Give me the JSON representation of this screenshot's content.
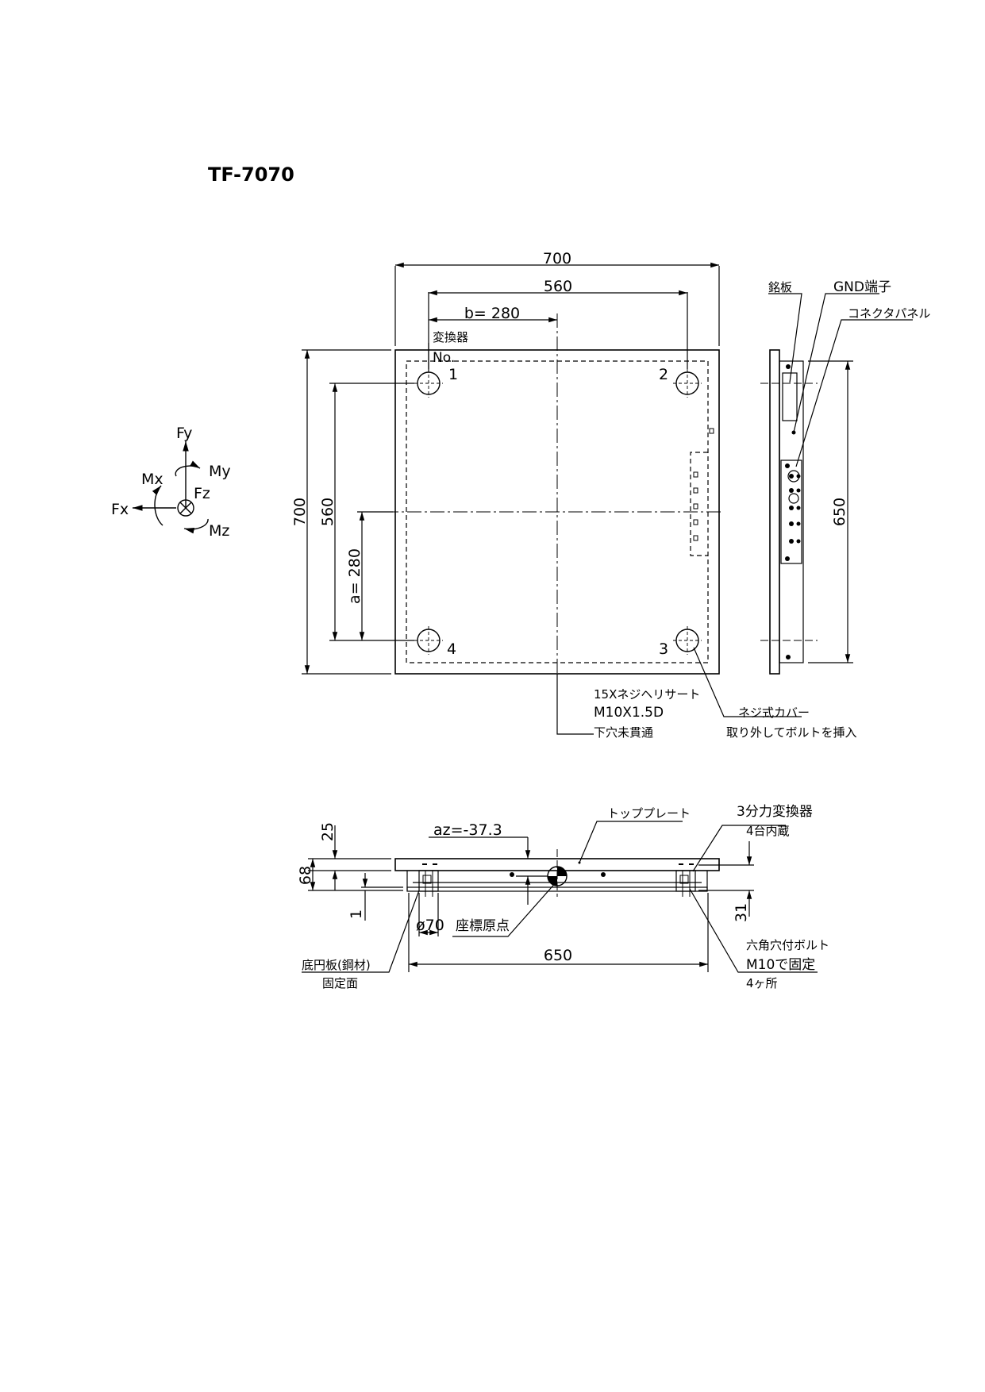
{
  "title": "TF-7070",
  "top_view": {
    "dim_width": "700",
    "dim_hole_pitch_x": "560",
    "dim_b": "b= 280",
    "dim_height": "700",
    "dim_hole_pitch_y": "560",
    "dim_a": "a= 280",
    "transducer_label_1": "変換器",
    "transducer_label_2": "No.",
    "hole_1": "1",
    "hole_2": "2",
    "hole_3": "3",
    "hole_4": "4",
    "note_insert_1": "15Xネジヘリサート",
    "note_insert_2": "M10X1.5D",
    "note_insert_3": "下穴未貫通",
    "note_cover_1": "ネジ式カバー",
    "note_cover_2": "取り外してボルトを挿入"
  },
  "side_view": {
    "label_nameplate": "銘板",
    "label_gnd": "GND端子",
    "label_connector": "コネクタパネル",
    "dim_height": "650"
  },
  "axes": {
    "fy": "Fy",
    "my": "My",
    "mx": "Mx",
    "fz": "Fz",
    "fx": "Fx",
    "mz": "Mz"
  },
  "front_view": {
    "dim_top": "25",
    "dim_total": "68",
    "dim_bottom": "1",
    "dim_az": "az=-37.3",
    "label_top_plate": "トッププレート",
    "label_transducer_1": "3分力変換器",
    "label_transducer_2": "4台内蔵",
    "dim_31": "31",
    "dim_dia": "ø70",
    "label_origin": "座標原点",
    "dim_650": "650",
    "label_base_1": "底円板(鋼材)",
    "label_base_2": "固定面",
    "label_bolt_1": "六角穴付ボルト",
    "label_bolt_2": "M10で固定",
    "label_bolt_3": "4ヶ所"
  }
}
